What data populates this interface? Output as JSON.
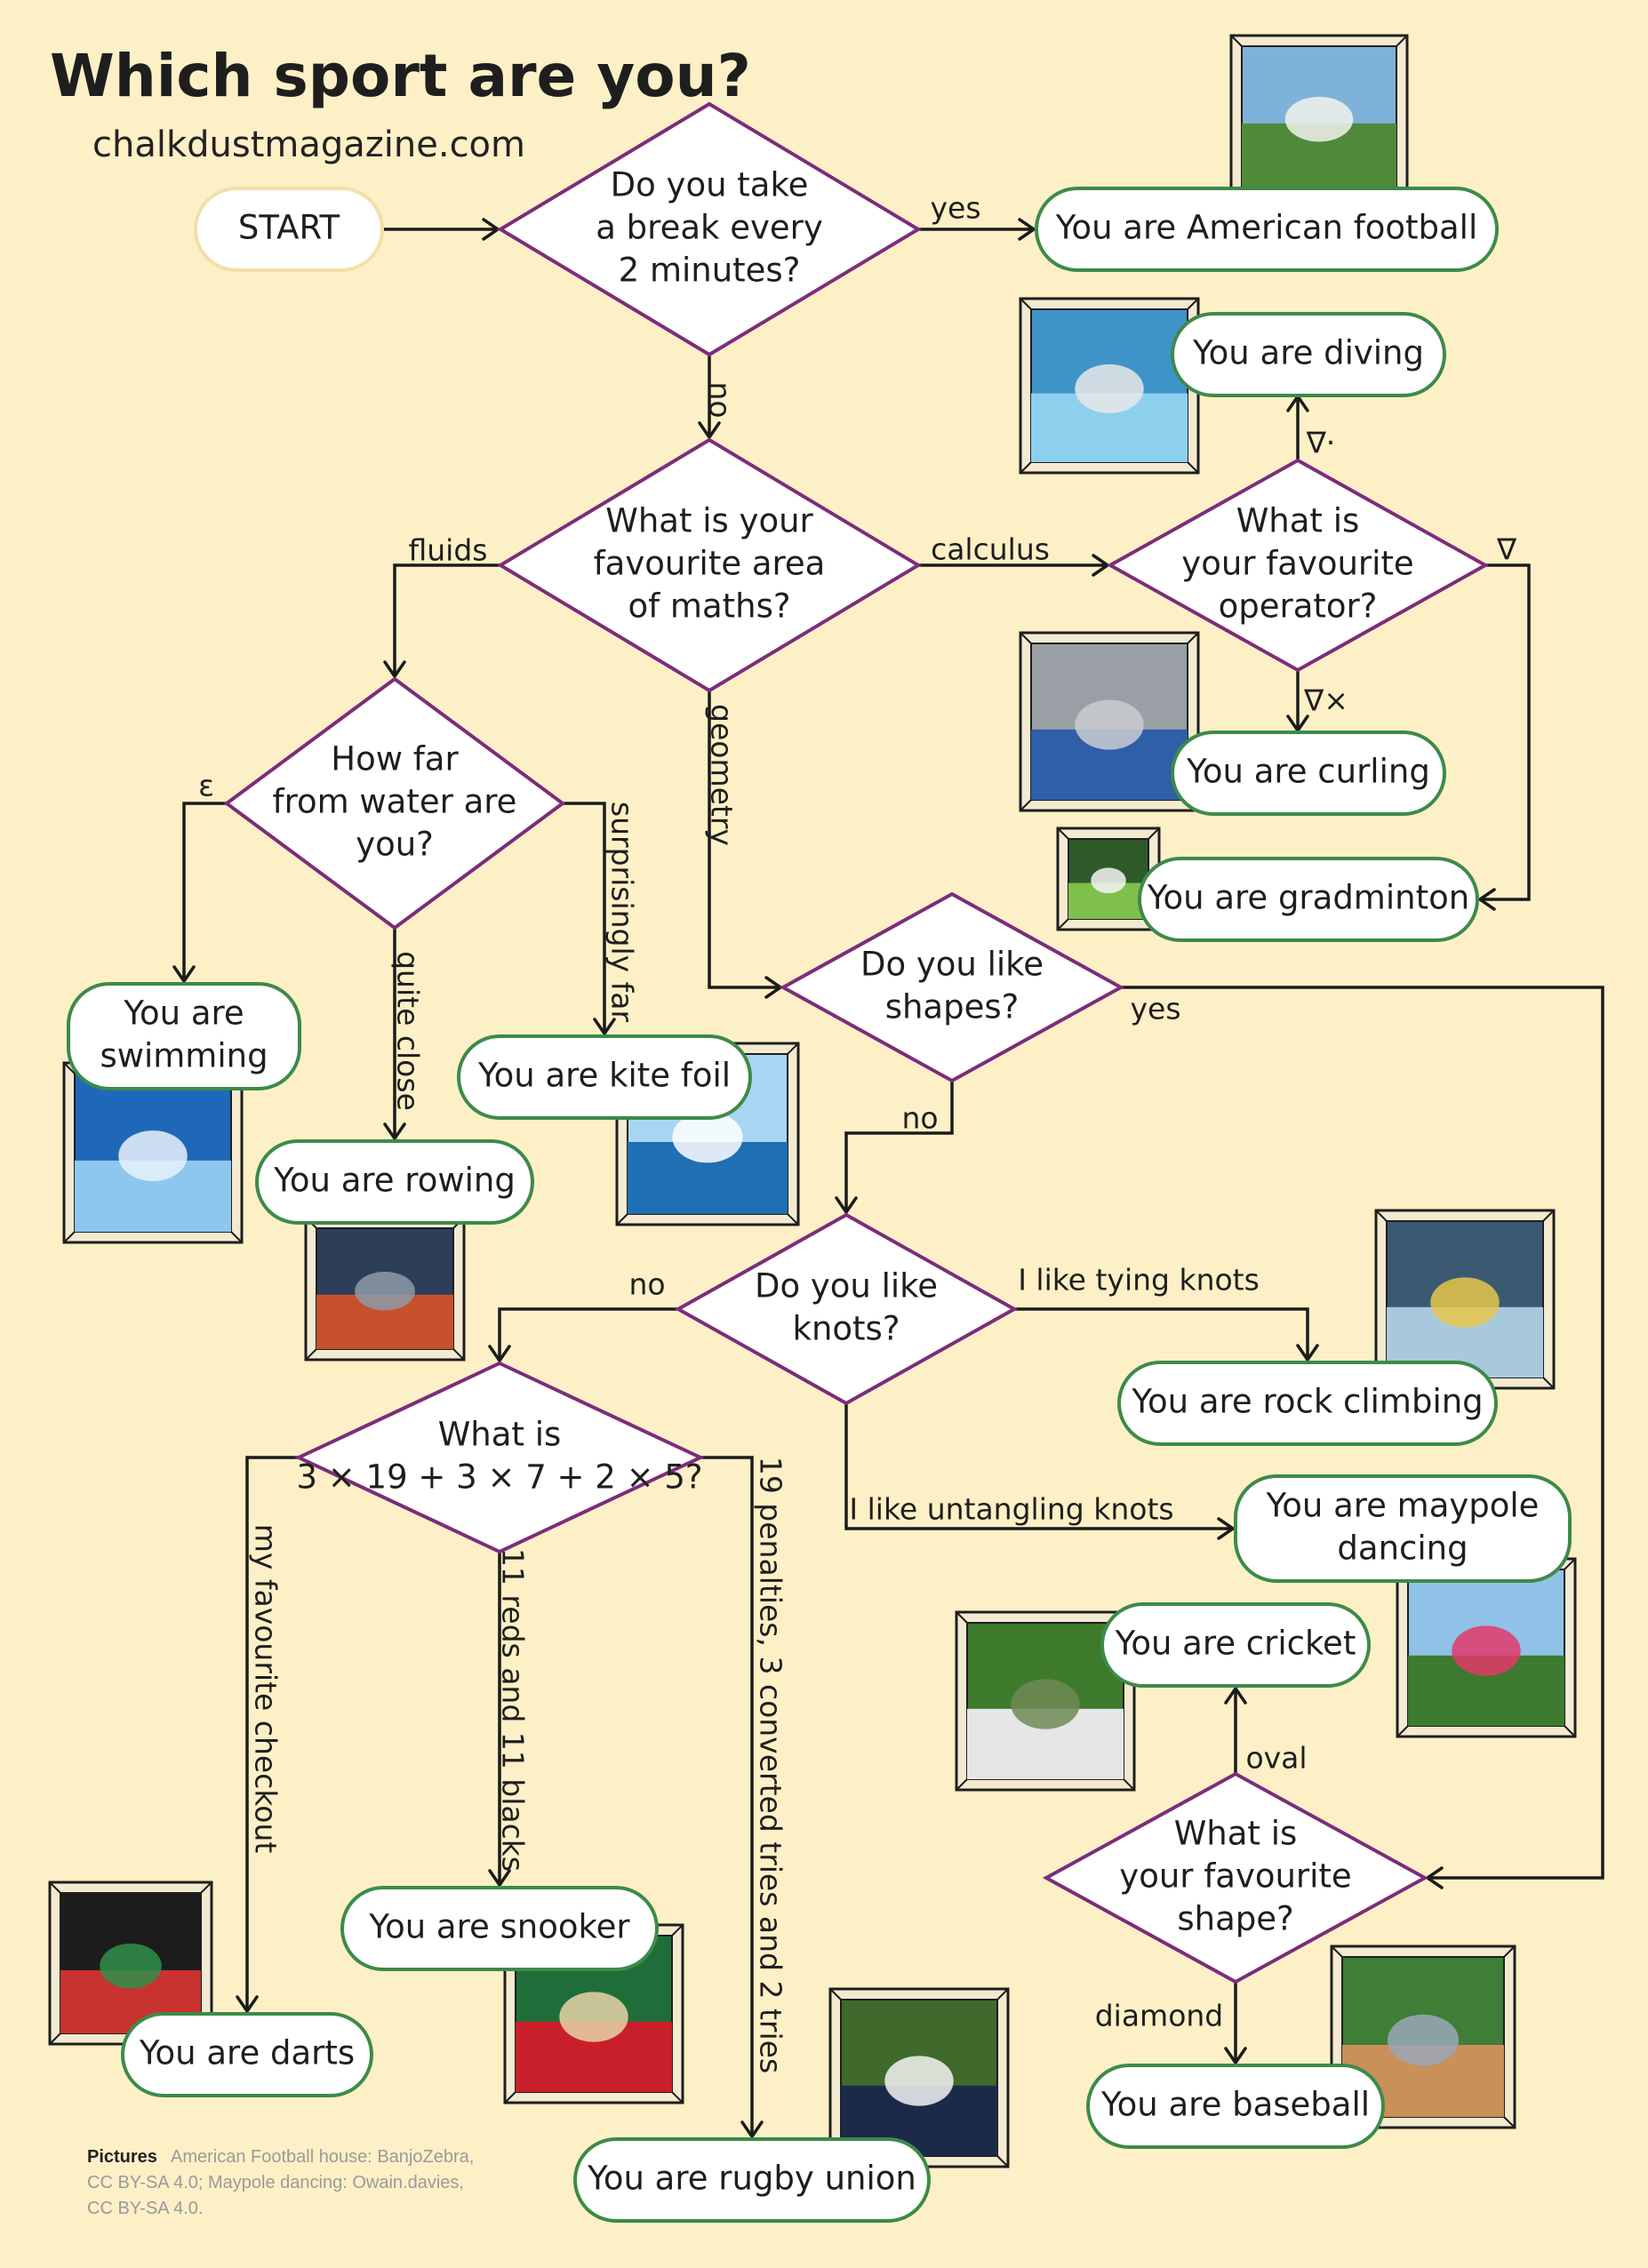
{
  "title": "Which sport are you?",
  "website": "chalkdustmagazine.com",
  "colors": {
    "background": "#fdf0c6",
    "decision_border": "#7c2c7b",
    "terminal_border": "#3d8a4a",
    "arrow": "#1b1b1b"
  },
  "nodes": {
    "start": {
      "text": "START"
    },
    "q_break": {
      "lines": [
        "Do you take",
        "a break every",
        "2 minutes?"
      ]
    },
    "q_maths": {
      "lines": [
        "What is your",
        "favourite area",
        "of maths?"
      ]
    },
    "q_operator": {
      "lines": [
        "What is",
        "your favourite",
        "operator?"
      ]
    },
    "q_water": {
      "lines": [
        "How far",
        "from water are",
        "you?"
      ]
    },
    "q_shapes": {
      "lines": [
        "Do you like",
        "shapes?"
      ]
    },
    "q_knots": {
      "lines": [
        "Do you like",
        "knots?"
      ]
    },
    "q_sum": {
      "lines": [
        "What is",
        "3 × 19 + 3 × 7 + 2 × 5?"
      ]
    },
    "q_fav_shape": {
      "lines": [
        "What is",
        "your favourite",
        "shape?"
      ]
    },
    "r_american_football": {
      "lines": [
        "You are American football"
      ],
      "picture": "house-photo"
    },
    "r_diving": {
      "lines": [
        "You are diving"
      ],
      "picture": "diving-board-photo"
    },
    "r_curling": {
      "lines": [
        "You are curling"
      ],
      "picture": "curling-stone-photo"
    },
    "r_gradminton": {
      "lines": [
        "You are gradminton"
      ],
      "picture": "shuttlecock-photo"
    },
    "r_swimming": {
      "lines": [
        "You are",
        "swimming"
      ],
      "picture": "swimmer-photo"
    },
    "r_kite_foil": {
      "lines": [
        "You are kite foil"
      ],
      "picture": "kite-foil-photo"
    },
    "r_rowing": {
      "lines": [
        "You are rowing"
      ],
      "picture": "rowing-boat-photo"
    },
    "r_rock_climbing": {
      "lines": [
        "You are rock climbing"
      ],
      "picture": "climbing-photo"
    },
    "r_maypole": {
      "lines": [
        "You are maypole",
        "dancing"
      ],
      "picture": "maypole-photo"
    },
    "r_cricket": {
      "lines": [
        "You are cricket"
      ],
      "picture": "cricket-photo"
    },
    "r_darts": {
      "lines": [
        "You are darts"
      ],
      "picture": "dartboard-photo"
    },
    "r_snooker": {
      "lines": [
        "You are snooker"
      ],
      "picture": "snooker-photo"
    },
    "r_rugby": {
      "lines": [
        "You are rugby union"
      ],
      "picture": "rugby-photo"
    },
    "r_baseball": {
      "lines": [
        "You are baseball"
      ],
      "picture": "baseball-stadium-photo"
    }
  },
  "edges": [
    {
      "from": "start",
      "to": "q_break",
      "label": ""
    },
    {
      "from": "q_break",
      "to": "r_american_football",
      "label": "yes"
    },
    {
      "from": "q_break",
      "to": "q_maths",
      "label": "no"
    },
    {
      "from": "q_maths",
      "to": "q_operator",
      "label": "calculus"
    },
    {
      "from": "q_maths",
      "to": "q_water",
      "label": "fluids"
    },
    {
      "from": "q_maths",
      "to": "q_shapes",
      "label": "geometry"
    },
    {
      "from": "q_operator",
      "to": "r_diving",
      "label": "∇·"
    },
    {
      "from": "q_operator",
      "to": "r_curling",
      "label": "∇×"
    },
    {
      "from": "q_operator",
      "to": "r_gradminton",
      "label": "∇"
    },
    {
      "from": "q_water",
      "to": "r_swimming",
      "label": "ε"
    },
    {
      "from": "q_water",
      "to": "r_rowing",
      "label": "quite close"
    },
    {
      "from": "q_water",
      "to": "r_kite_foil",
      "label": "surprisingly far"
    },
    {
      "from": "q_shapes",
      "to": "q_fav_shape",
      "label": "yes"
    },
    {
      "from": "q_shapes",
      "to": "q_knots",
      "label": "no"
    },
    {
      "from": "q_knots",
      "to": "r_rock_climbing",
      "label": "I like tying knots"
    },
    {
      "from": "q_knots",
      "to": "r_maypole",
      "label": "I like untangling knots"
    },
    {
      "from": "q_knots",
      "to": "q_sum",
      "label": "no"
    },
    {
      "from": "q_sum",
      "to": "r_darts",
      "label": "my favourite checkout"
    },
    {
      "from": "q_sum",
      "to": "r_snooker",
      "label": "11 reds and 11 blacks"
    },
    {
      "from": "q_sum",
      "to": "r_rugby",
      "label": "19 penalties, 3 converted tries and 2 tries"
    },
    {
      "from": "q_fav_shape",
      "to": "r_cricket",
      "label": "oval"
    },
    {
      "from": "q_fav_shape",
      "to": "r_baseball",
      "label": "diamond"
    }
  ],
  "credits": {
    "heading": "Pictures",
    "lines": [
      "American Football house: BanjoZebra,",
      "CC BY-SA 4.0; Maypole dancing: Owain.davies,",
      "CC BY-SA 4.0."
    ]
  }
}
